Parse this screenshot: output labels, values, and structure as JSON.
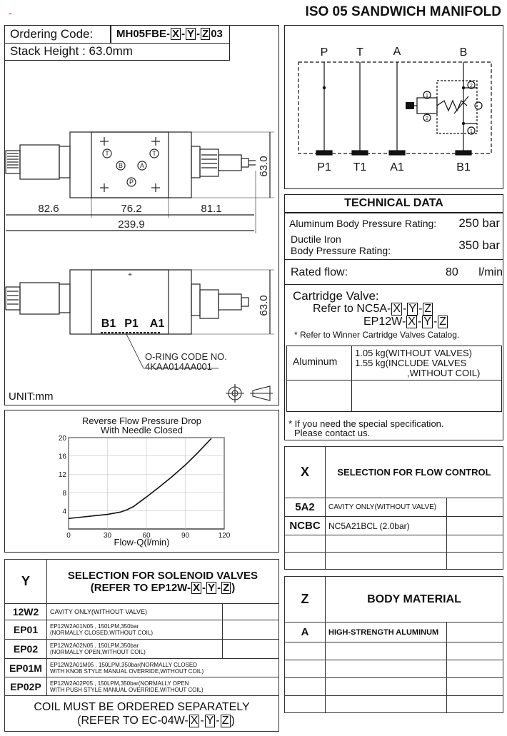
{
  "header": {
    "title": "ISO 05 SANDWICH MANIFOLD",
    "mark": "-"
  },
  "ordering": {
    "label": "Ordering Code:",
    "code_prefix": "MH05FBE-",
    "x": "X",
    "y": "Y",
    "z": "Z",
    "dash": "-",
    "code_suffix": "03",
    "stack_height": "Stack Height : 63.0mm"
  },
  "drawing": {
    "dims": [
      "82.6",
      "76.2",
      "81.1",
      "239.9",
      "63.0",
      "63.0"
    ],
    "ports_face": [
      "T",
      "T",
      "B",
      "A",
      "P"
    ],
    "bottom_ports": [
      "B1",
      "P1",
      "A1"
    ],
    "oring_label": "O-RING CODE NO.",
    "oring_code": "4KAA014AA001",
    "unit": "UNIT:mm"
  },
  "schematic": {
    "top_ports": [
      "P",
      "T",
      "A",
      "B"
    ],
    "bottom_ports": [
      "P1",
      "T1",
      "A1",
      "B1"
    ],
    "markers": [
      "1",
      "2",
      "2",
      "1"
    ]
  },
  "technical": {
    "title": "TECHNICAL DATA",
    "alu_label": "Aluminum Body Pressure Rating:",
    "alu_value": "250 bar",
    "iron_label_1": "Ductile Iron",
    "iron_label_2": "Body Pressure Rating:",
    "iron_value": "350 bar",
    "flow_label": "Rated flow:",
    "flow_value": "80",
    "flow_unit": "l/min",
    "cart_label": "Cartridge Valve:",
    "cart_ref_1": "Refer to NC5A-",
    "cart_ref_2": "EP12W-",
    "cart_note": "* Refer to Winner Cartridge Valves Catalog.",
    "weight_material": "Aluminum",
    "weight_1": "1.05  kg(WITHOUT VALVES)",
    "weight_2": "1.55  kg(INCLUDE VALVES",
    "weight_3": ",WITHOUT COIL)",
    "special_1": "* If you need the special specification.",
    "special_2": "Please contact us."
  },
  "chart_data": {
    "type": "line",
    "title": "Reverse Flow Pressure Drop",
    "subtitle": "With Needle Closed",
    "xlabel": "Flow-Q(l/min)",
    "ylabel": "",
    "xlim": [
      0,
      120
    ],
    "ylim": [
      0,
      20
    ],
    "x_ticks": [
      0,
      30,
      60,
      90,
      120
    ],
    "y_ticks": [
      4,
      8,
      12,
      16,
      20
    ],
    "grid": true,
    "series": [
      {
        "x": [
          0,
          10,
          20,
          30,
          40,
          45,
          50,
          60,
          70,
          80,
          90,
          100,
          110
        ],
        "y": [
          2.3,
          2.6,
          2.9,
          3.2,
          3.7,
          4.2,
          4.9,
          7.0,
          9.2,
          11.5,
          14.0,
          16.8,
          19.8
        ]
      }
    ]
  },
  "flow_control": {
    "key": "X",
    "title": "SELECTION FOR FLOW CONTROL",
    "rows": [
      {
        "code": "5A2",
        "desc": "CAVITY ONLY(WITHOUT VALVE)"
      },
      {
        "code": "NCBC",
        "desc": "NC5A21BCL (2.0bar)"
      }
    ]
  },
  "solenoid": {
    "key": "Y",
    "title_1": "SELECTION FOR SOLENOID VALVES",
    "title_2": "(REFER TO EP12W-",
    "title_close": ")",
    "rows": [
      {
        "code": "12W2",
        "l1": "CAVITY ONLY(WITHOUT VALVE)",
        "l2": ""
      },
      {
        "code": "EP01",
        "l1": "EP12W2A01N05 , 150LPM,350bar",
        "l2": "(NORMALLY CLOSED,WITHOUT COIL)"
      },
      {
        "code": "EP02",
        "l1": "EP12W2A02N05 , 150LPM,350bar",
        "l2": "(NORMALLY OPEN,WITHOUT COIL)"
      },
      {
        "code": "EP01M",
        "l1": "EP12W2A01M05 , 150LPM,350bar(NORMALLY CLOSED",
        "l2": "WITH KNOB STYLE MANUAL OVERRIDE,WITHOUT COIL)"
      },
      {
        "code": "EP02P",
        "l1": "EP12W2A02P05 , 150LPM,350bar(NORMALLY OPEN",
        "l2": "WITH PUSH STYLE MANUAL OVERRIDE,WITHOUT COIL)"
      }
    ],
    "coil_1": "COIL MUST BE ORDERED SEPARATELY",
    "coil_2": "(REFER TO EC-04W-",
    "coil_close": ")"
  },
  "body_material": {
    "key": "Z",
    "title": "BODY MATERIAL",
    "rows": [
      {
        "code": "A",
        "desc": "HIGH-STRENGTH ALUMINUM"
      }
    ]
  }
}
